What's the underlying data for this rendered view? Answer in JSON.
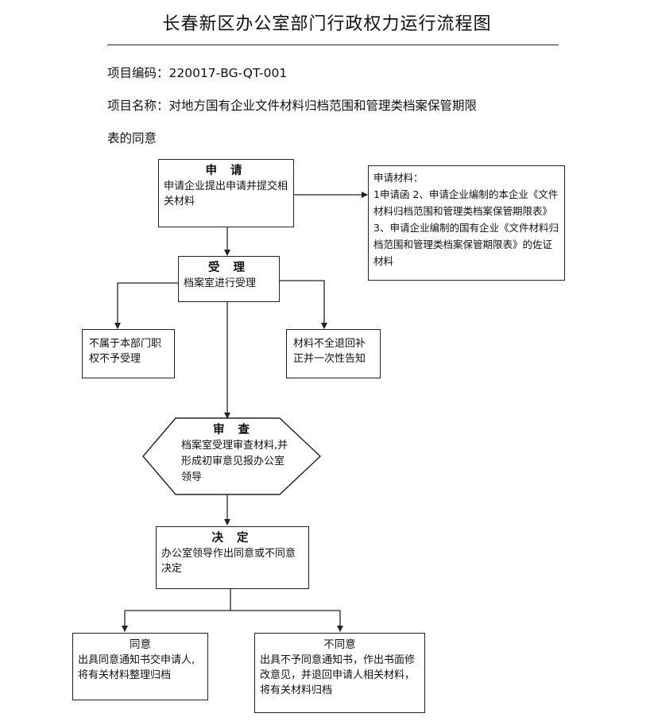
{
  "title": "长春新区办公室部门行政权力运行流程图",
  "project": {
    "code": "项目编码：220017-BG-QT-001",
    "name_line1": "项目名称：对地方国有企业文件材料归档范围和管理类档案保管期限",
    "name_line2": "表的同意"
  },
  "steps": {
    "apply": {
      "head": "申 请",
      "text": "申请企业提出申请并提交相关材料"
    },
    "materials": {
      "head": "申请材料：",
      "text": "1申请函 2、申请企业编制的本企业《文件材料归档范围和管理类档案保管期限表》3、申请企业编制的国有企业《文件材料归档范围和管理类档案保管期限表》的佐证材料"
    },
    "accept": {
      "head": "受 理",
      "text": "档案室进行受理"
    },
    "reject_scope": {
      "text": "不属于本部门职权不予受理"
    },
    "incomplete": {
      "text": "材料不全退回补正并一次性告知"
    },
    "review": {
      "head": "审 查",
      "text": "档案室受理审查材料,并形成初审意见报办公室领导"
    },
    "decide": {
      "head": "决 定",
      "text": "办公室领导作出同意或不同意决定"
    },
    "agree": {
      "head": "同意",
      "text": "出具同意通知书交申请人,将有关材料整理归档"
    },
    "disagree": {
      "head": "不同意",
      "text": "出具不予同意通知书，作出书面修改意见，并退回申请人相关材料，将有关材料归档"
    }
  },
  "colors": {
    "line": "#222222",
    "background": "#ffffff"
  }
}
